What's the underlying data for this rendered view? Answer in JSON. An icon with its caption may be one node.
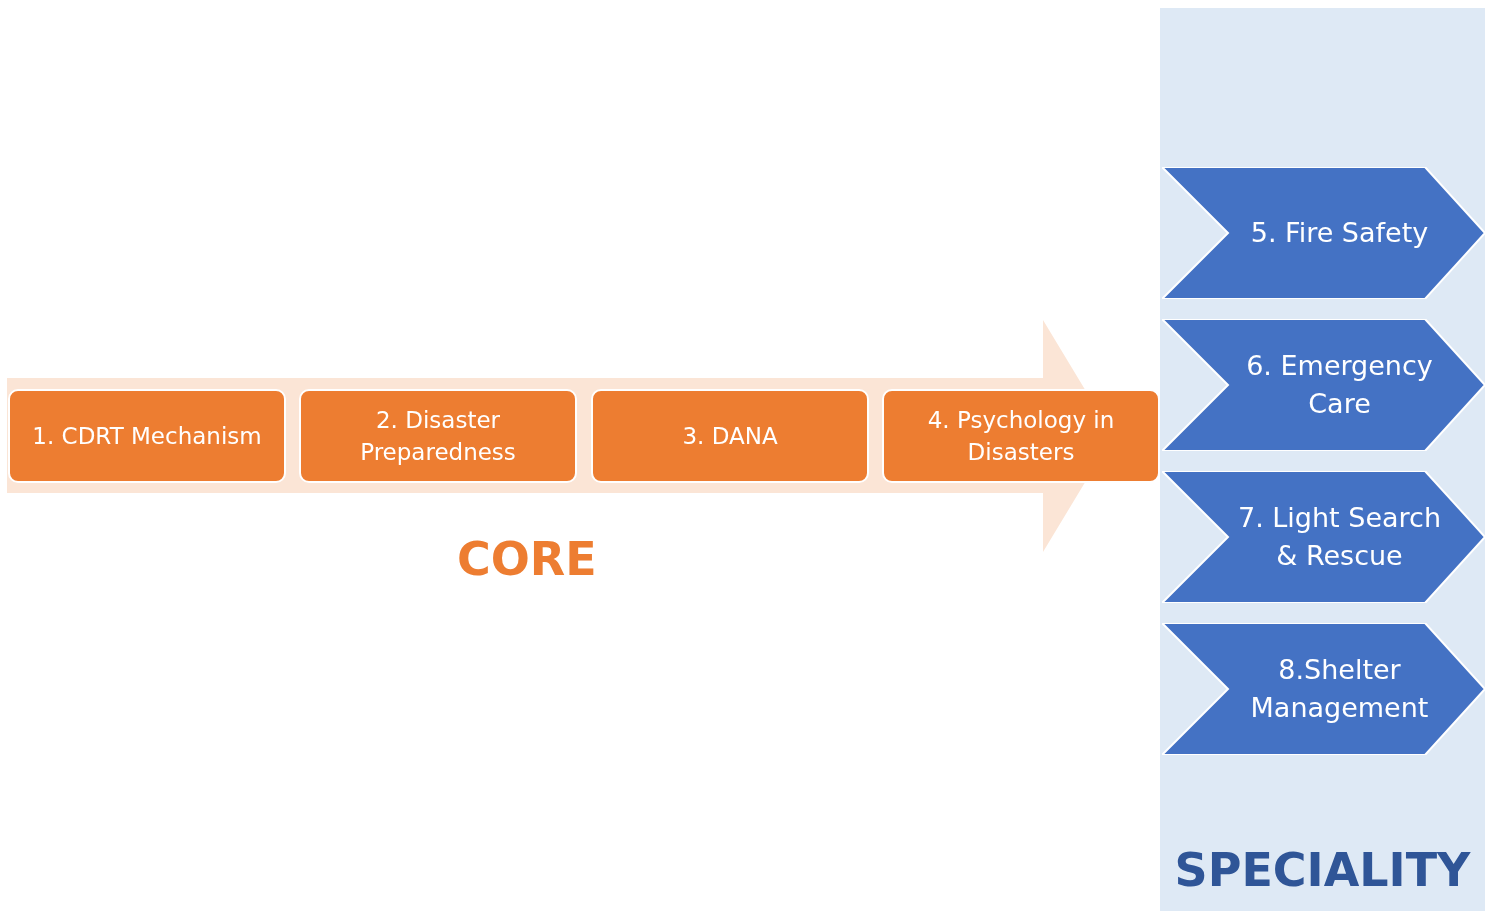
{
  "diagram": {
    "nodes": [
      {
        "text": [
          "1. CDRT Mechanism"
        ]
      },
      {
        "text": [
          "2. Disaster Preparedness"
        ]
      },
      {
        "text": [
          "3. DANA"
        ]
      },
      {
        "text": [
          "4. Psychology in Disasters"
        ]
      },
      {
        "text": [
          "SPECIALITY"
        ]
      },
      {
        "text": [
          "5. Fire Safety"
        ],
        "in": 4
      },
      {
        "text": [
          "6. Emergency Care"
        ],
        "in": 4
      },
      {
        "text": [
          "7. Light Search & Rescue"
        ],
        "in": 4
      },
      {
        "text": [
          "8.Shelter Management"
        ],
        "in": 4
      }
    ],
    "labels": [
      "CORE"
    ]
  }
}
